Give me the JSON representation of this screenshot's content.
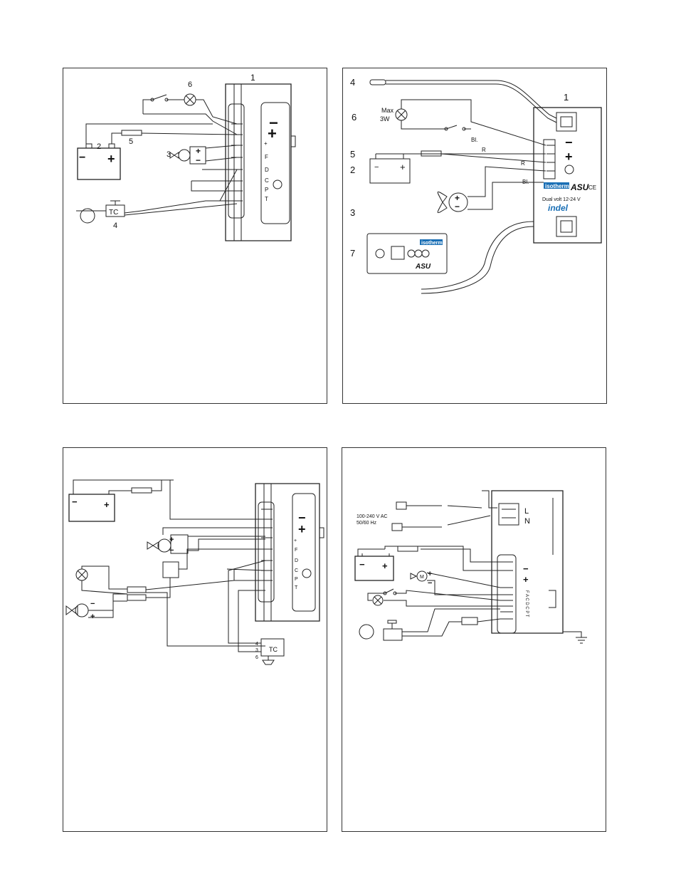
{
  "panel1": {
    "num_unit": "1",
    "num_battery": "2",
    "num_fan": "3",
    "num_thermo": "4",
    "num_fuse": "5",
    "num_lamp": "6",
    "thermo": "TC",
    "minus": "−",
    "plus": "+",
    "pin_plus": "+",
    "pin_f": "F",
    "pin_d": "D",
    "pin_c": "C",
    "pin_p": "P",
    "pin_t": "T"
  },
  "panel2": {
    "num_sensor": "4",
    "num_unit": "1",
    "num_lamp": "6",
    "num_fuse": "5",
    "num_battery": "2",
    "num_fan": "3",
    "num_panel": "7",
    "lamp_max": "Max",
    "lamp_power": "3W",
    "wire_bl1": "Bl.",
    "wire_r1": "R",
    "wire_r2": "R",
    "wire_bl2": "Bl.",
    "minus": "−",
    "plus": "+",
    "brand": "isotherm",
    "model": "ASU",
    "ce": "CE",
    "volt": "Dual volt 12-24 V",
    "maker": "indel",
    "cp_brand": "isotherm",
    "cp_model": "ASU"
  },
  "panel3": {
    "minus": "−",
    "plus": "+",
    "pin_plus": "+",
    "pin_f": "F",
    "pin_d": "D",
    "pin_c": "C",
    "pin_p": "P",
    "pin_t": "T",
    "thermo": "TC",
    "term4": "4",
    "term3": "3",
    "term6": "6"
  },
  "panel4": {
    "ac_voltage": "100-240 V AC",
    "ac_freq": "50/60 Hz",
    "l": "L",
    "n": "N",
    "minus": "−",
    "plus": "+",
    "motor": "M",
    "pins": "F A C D C P T"
  }
}
